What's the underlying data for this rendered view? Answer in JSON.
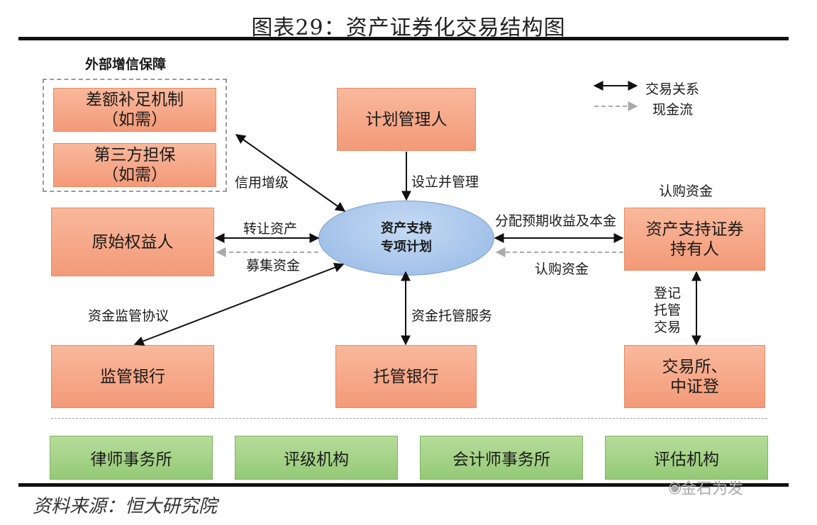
{
  "title": "图表29：资产证券化交易结构图",
  "source": "资料来源：恒大研究院",
  "watermark": "金石为发",
  "legend": {
    "trade": "交易关系",
    "cash": "现金流"
  },
  "external_guarantee": {
    "title": "外部增信保障",
    "items": [
      "差额补足机制\n（如需）",
      "第三方担保\n（如需）"
    ]
  },
  "center": "资产支持\n专项计划",
  "nodes": {
    "manager": "计划管理人",
    "originator": "原始权益人",
    "holder": "资产支持证券\n持有人",
    "supervisor_bank": "监管银行",
    "custodian_bank": "托管银行",
    "exchange": "交易所、\n中证登"
  },
  "service_providers": [
    "律师事务所",
    "评级机构",
    "会计师事务所",
    "评估机构"
  ],
  "edge_labels": {
    "credit": "信用增级",
    "setup": "设立并管理",
    "transfer": "转让资产",
    "raise": "募集资金",
    "distribute": "分配预期收益及本金",
    "subscribe_top": "认购资金",
    "subscribe_bottom": "认购资金",
    "supervision": "资金监管协议",
    "custody": "资金托管服务",
    "registry": "登记\n托管\n交易"
  },
  "colors": {
    "node_fill": "#f5a585",
    "center_fill": "#a9c6ec",
    "service_fill": "#a4d388",
    "arrow": "#111111",
    "cash_arrow": "#aaaaaa"
  }
}
